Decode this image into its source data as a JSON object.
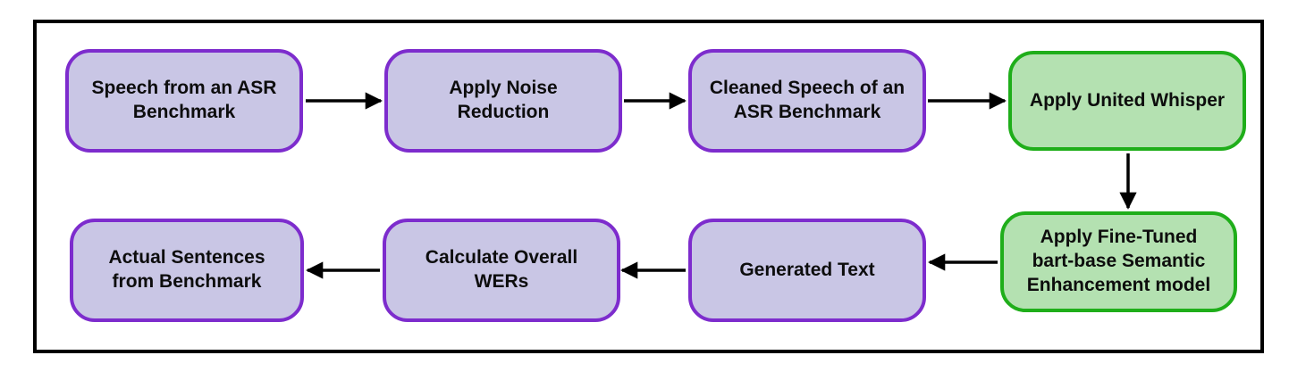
{
  "colors": {
    "purple_border": "#7d2ccd",
    "purple_fill": "#c9c6e5",
    "green_border": "#1fae1a",
    "green_fill": "#b4e1b1",
    "frame": "#000000",
    "arrow": "#000000",
    "text": "#0d0d0d"
  },
  "nodes": [
    {
      "id": "speech-benchmark",
      "label": "Speech from an ASR\nBenchmark",
      "variant": "purple"
    },
    {
      "id": "apply-noise-reduction",
      "label": "Apply Noise\nReduction",
      "variant": "purple"
    },
    {
      "id": "cleaned-speech",
      "label": "Cleaned Speech of an\nASR Benchmark",
      "variant": "purple"
    },
    {
      "id": "apply-united-whisper",
      "label": "Apply United Whisper",
      "variant": "green"
    },
    {
      "id": "apply-bart-enhancement",
      "label": "Apply Fine-Tuned\nbart-base Semantic\nEnhancement  model",
      "variant": "green"
    },
    {
      "id": "generated-text",
      "label": "Generated Text",
      "variant": "purple"
    },
    {
      "id": "calculate-wers",
      "label": "Calculate Overall\nWERs",
      "variant": "purple"
    },
    {
      "id": "actual-sentences",
      "label": "Actual Sentences\nfrom Benchmark",
      "variant": "purple"
    }
  ],
  "edges": [
    {
      "from": "speech-benchmark",
      "to": "apply-noise-reduction",
      "direction": "right"
    },
    {
      "from": "apply-noise-reduction",
      "to": "cleaned-speech",
      "direction": "right"
    },
    {
      "from": "cleaned-speech",
      "to": "apply-united-whisper",
      "direction": "right"
    },
    {
      "from": "apply-united-whisper",
      "to": "apply-bart-enhancement",
      "direction": "down"
    },
    {
      "from": "apply-bart-enhancement",
      "to": "generated-text",
      "direction": "left"
    },
    {
      "from": "generated-text",
      "to": "calculate-wers",
      "direction": "left"
    },
    {
      "from": "calculate-wers",
      "to": "actual-sentences",
      "direction": "left"
    }
  ]
}
